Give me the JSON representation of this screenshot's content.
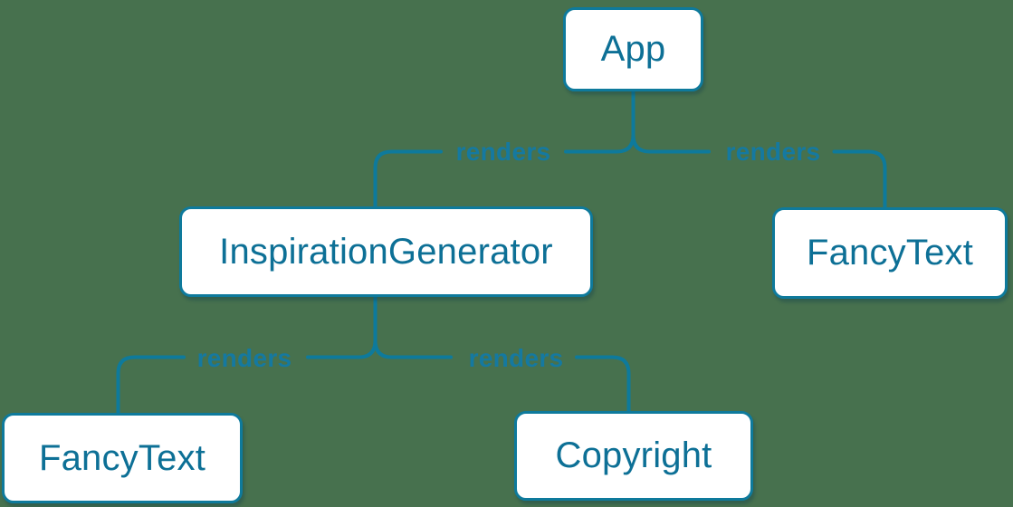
{
  "colors": {
    "background": "#47714E",
    "edge": "#0E7A9C",
    "node_border": "#0E7A9C",
    "node_fill": "#FFFFFF",
    "node_text": "#0D7096",
    "edge_label_text": "#1579A0"
  },
  "diagram": {
    "type": "component-render-tree",
    "nodes": [
      {
        "id": "app",
        "label": "App"
      },
      {
        "id": "inspiration-generator",
        "label": "InspirationGenerator"
      },
      {
        "id": "fancy-text-top",
        "label": "FancyText"
      },
      {
        "id": "fancy-text-bottom",
        "label": "FancyText"
      },
      {
        "id": "copyright",
        "label": "Copyright"
      }
    ],
    "edges": [
      {
        "from": "App",
        "to": "InspirationGenerator",
        "label": "renders"
      },
      {
        "from": "App",
        "to": "FancyText",
        "label": "renders"
      },
      {
        "from": "InspirationGenerator",
        "to": "FancyText",
        "label": "renders"
      },
      {
        "from": "InspirationGenerator",
        "to": "Copyright",
        "label": "renders"
      }
    ]
  }
}
